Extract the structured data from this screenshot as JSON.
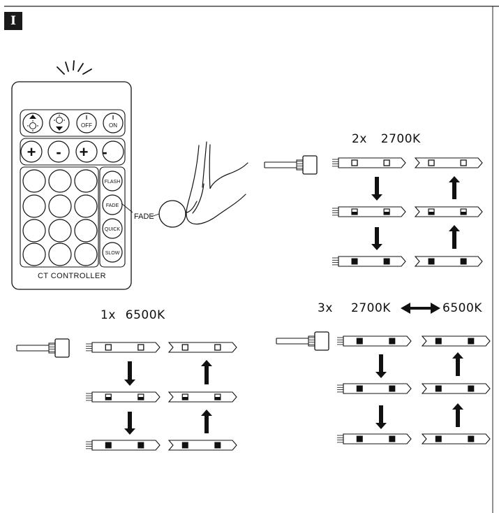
{
  "section_label": "I",
  "remote": {
    "top_buttons": [
      "OFF",
      "ON"
    ],
    "adjust_buttons": [
      "+",
      "-",
      "+",
      "-"
    ],
    "mode_buttons": [
      "FLASH",
      "FADE",
      "QUICK",
      "SLOW"
    ],
    "title": "CT CONTROLLER"
  },
  "press_label": "FADE",
  "modes": [
    {
      "count": "2x",
      "temp": "2700K"
    },
    {
      "count": "1x",
      "temp": "6500K"
    },
    {
      "count": "3x",
      "temp_from": "2700K",
      "temp_to": "6500K"
    }
  ]
}
